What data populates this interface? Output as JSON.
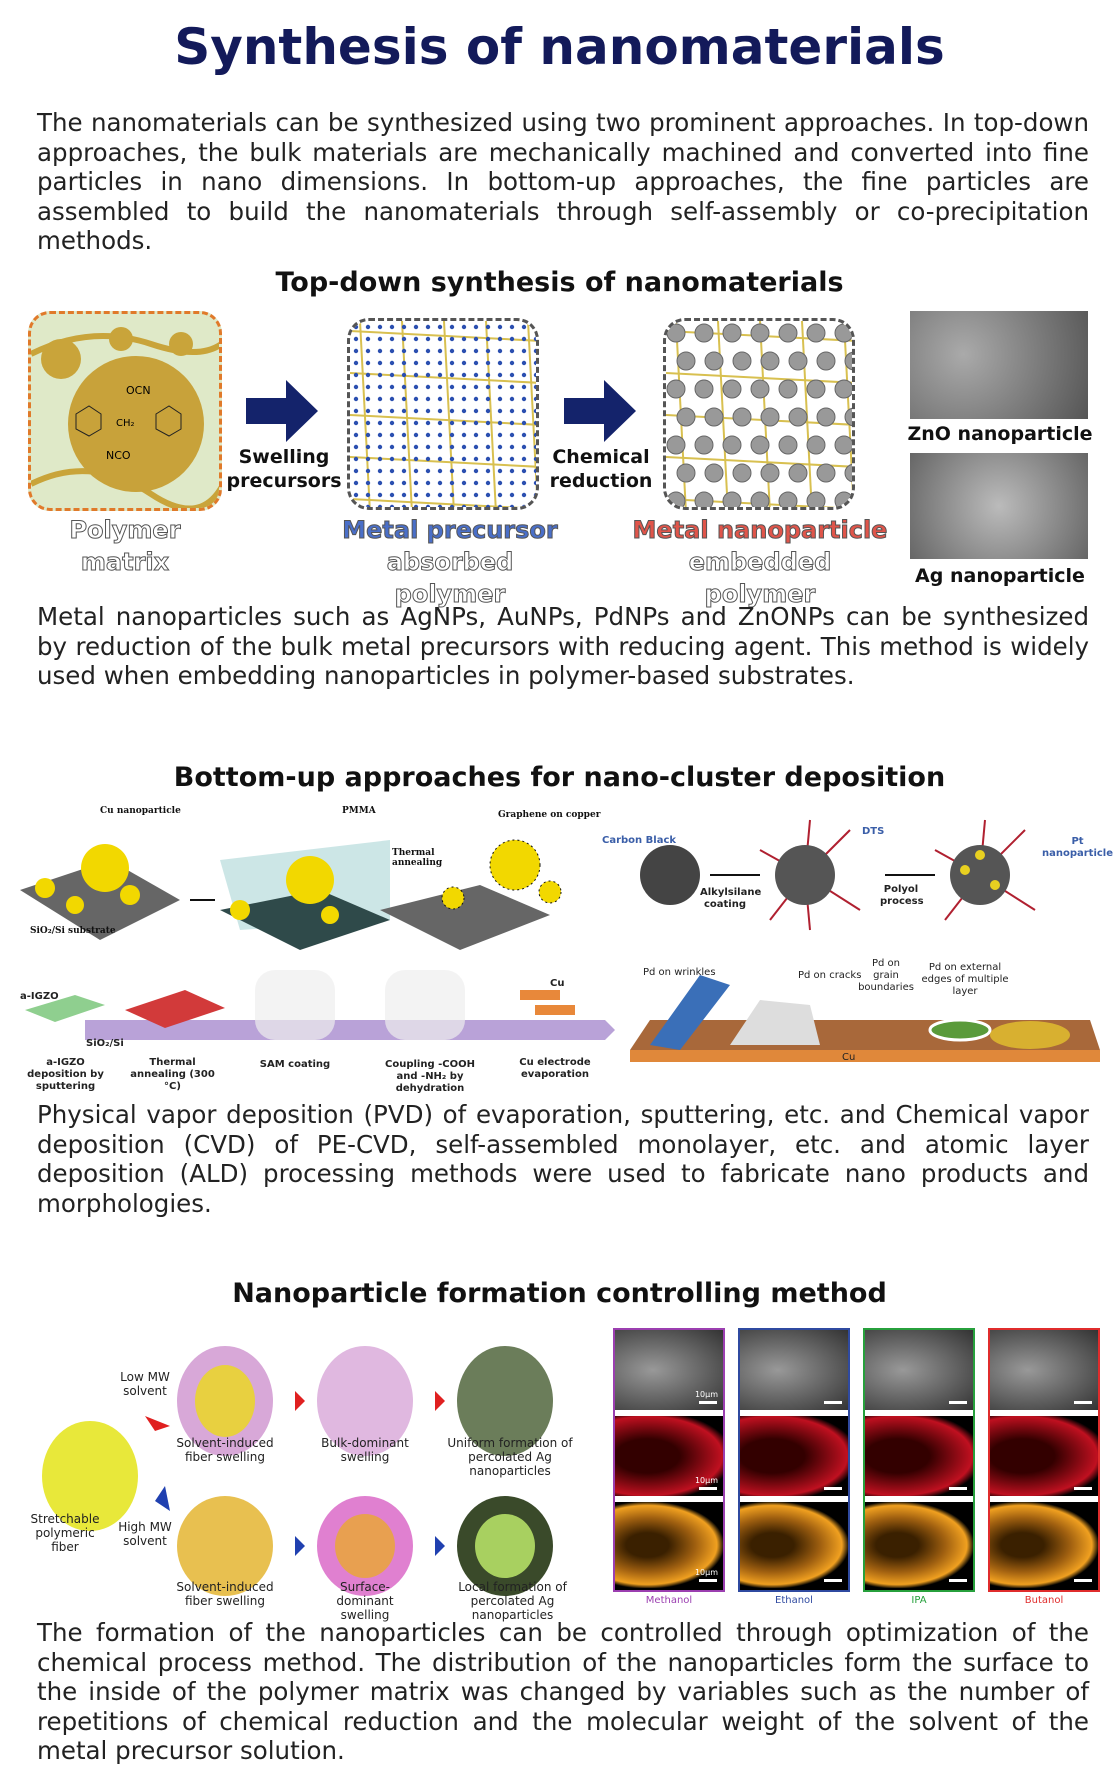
{
  "title": "Synthesis of nanomaterials",
  "intro": "The nanomaterials can be synthesized using two prominent approaches. In top-down approaches, the bulk materials are mechanically machined and converted into fine particles in nano dimensions. In bottom-up approaches, the fine particles are assembled to build the nanomaterials through self-assembly or co-precipitation methods.",
  "topdown": {
    "heading": "Top-down synthesis of nanomaterials",
    "step1": "Swelling precursors",
    "step2": "Chemical reduction",
    "stage1_line1": "Polymer",
    "stage1_line2": "matrix",
    "stage2_line1": "Metal precursor",
    "stage2_line2": "absorbed polymer",
    "stage3_line1": "Metal nanoparticle",
    "stage3_line2": "embedded polymer",
    "mol_ocn": "OCN",
    "mol_ch2": "CH₂",
    "mol_nco": "NCO",
    "sem1": "ZnO nanoparticle",
    "sem2": "Ag nanoparticle",
    "colors": {
      "stage2": "#3b5bb5",
      "stage3": "#d9413a",
      "arrow": "#14236b"
    },
    "caption": "Metal nanoparticles such as AgNPs, AuNPs, PdNPs and ZnONPs can be synthesized by reduction of the bulk metal precursors with reducing agent. This method is widely used when embedding nanoparticles in polymer-based substrates."
  },
  "bottomup": {
    "heading": "Bottom-up approaches for nano-cluster deposition",
    "fig1": {
      "cu": "Cu nanoparticle",
      "sub": "SiO₂/Si substrate",
      "pmma": "PMMA",
      "thermal": "Thermal annealing",
      "graphene": "Graphene on copper"
    },
    "fig2": {
      "cb": "Carbon Black",
      "alk": "Alkylsilane coating",
      "dts": "DTS",
      "polyol": "Polyol process",
      "pt": "Pt nanoparticle"
    },
    "fig3": {
      "igzo": "a-IGZO",
      "sio": "SiO₂/Si",
      "cu": "Cu",
      "steps": [
        "a-IGZO deposition by sputtering",
        "Thermal annealing (300 °C)",
        "SAM coating",
        "Coupling -COOH and -NH₂ by dehydration",
        "Cu electrode evaporation"
      ]
    },
    "fig4": {
      "wrinkles": "Pd on wrinkles",
      "cracks": "Pd on cracks",
      "grain": "Pd on grain boundaries",
      "edges": "Pd on external edges of multiple layer",
      "cu": "Cu"
    },
    "caption": "Physical vapor deposition (PVD) of evaporation, sputtering, etc. and Chemical vapor deposition (CVD) of PE-CVD, self-assembled monolayer, etc. and atomic layer deposition (ALD) processing methods were used to fabricate nano products and morphologies."
  },
  "control": {
    "heading": "Nanoparticle formation controlling method",
    "fiber": "Stretchable polymeric fiber",
    "low": "Low MW solvent",
    "high": "High MW solvent",
    "top": [
      "Solvent-induced fiber swelling",
      "Bulk-dominant swelling",
      "Uniform formation of percolated Ag nanoparticles"
    ],
    "bottom": [
      "Solvent-induced fiber swelling",
      "Surface-dominant swelling",
      "Local formation of percolated Ag nanoparticles"
    ],
    "scale": "10μm",
    "solvents": [
      {
        "name": "Methanol",
        "color": "#9b3fb0"
      },
      {
        "name": "Ethanol",
        "color": "#2f4aa0"
      },
      {
        "name": "IPA",
        "color": "#27a03c"
      },
      {
        "name": "Butanol",
        "color": "#e02c2c"
      }
    ],
    "caption": "The formation of the nanoparticles can be controlled through optimization of the chemical process method. The distribution of the nanoparticles form the surface to the inside of the polymer matrix was changed by variables such as the number of repetitions of chemical reduction and the molecular weight of the solvent of the metal precursor solution."
  }
}
